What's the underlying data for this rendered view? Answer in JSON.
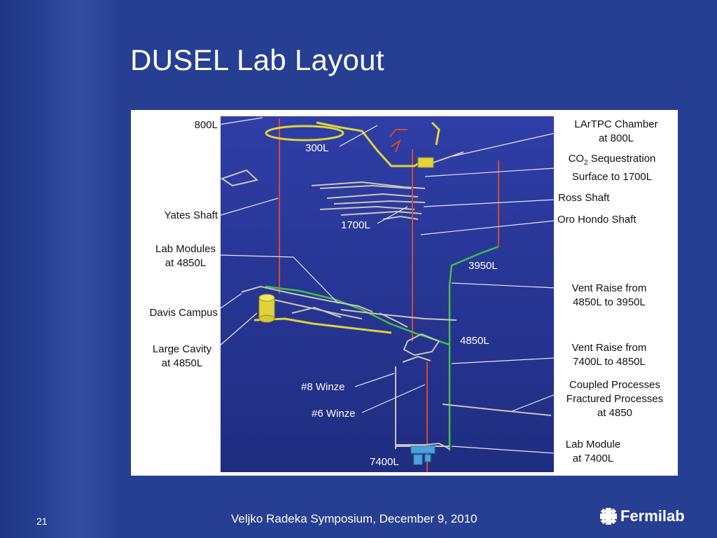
{
  "slide": {
    "title": "DUSEL Lab Layout",
    "page_number": "21",
    "footer": "Veljko Radeka Symposium, December 9,  2010",
    "logo_text": "Fermilab"
  },
  "diagram": {
    "left_labels": {
      "l800": "800L",
      "yates": "Yates Shaft",
      "lab_modules_1": "Lab Modules",
      "lab_modules_2": "at 4850L",
      "davis": "Davis Campus",
      "large_cavity_1": "Large Cavity",
      "large_cavity_2": "at 4850L"
    },
    "right_labels": {
      "lartpc_1": "LArTPC Chamber",
      "lartpc_2": "at 800L",
      "co2_1a": "CO",
      "co2_sub": "2",
      "co2_1b": " Sequestration",
      "co2_2": "Surface to 1700L",
      "ross": "Ross Shaft",
      "oro": "Oro Hondo Shaft",
      "vent1_1": "Vent Raise from",
      "vent1_2": "4850L to 3950L",
      "vent2_1": "Vent Raise from",
      "vent2_2": "7400L to 4850L",
      "coupled_1": "Coupled Processes",
      "coupled_2": "Fractured Processes",
      "coupled_3": "at 4850",
      "labmod7400_1": "Lab Module",
      "labmod7400_2": "at 7400L"
    },
    "inner_labels": {
      "l300": "300L",
      "l1700": "1700L",
      "l3950": "3950L",
      "l4850": "4850L",
      "winze8": "#8 Winze",
      "winze6": "#6 Winze",
      "l7400": "7400L"
    },
    "colors": {
      "panel": "#2b3d9a",
      "shaft_red": "#d9482b",
      "vent_green": "#3fc04a",
      "drift_yellow": "#e0d43a",
      "drift_grey": "#c9c6bd",
      "pointer": "#e6e8f4"
    }
  }
}
